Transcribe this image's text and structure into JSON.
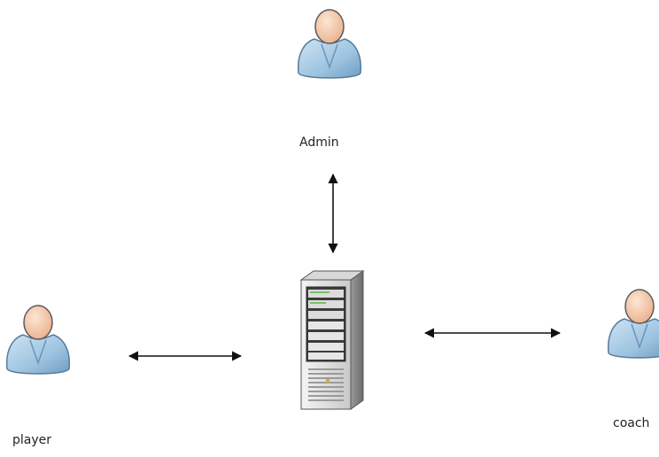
{
  "diagram": {
    "actors": {
      "admin": {
        "label": "Admin",
        "icon": "user-icon"
      },
      "player": {
        "label": "player",
        "icon": "user-icon"
      },
      "coach": {
        "label": "coach",
        "icon": "user-icon"
      }
    },
    "server": {
      "icon": "server-tower-icon"
    },
    "connections": [
      {
        "from": "admin",
        "to": "server",
        "direction": "bidirectional"
      },
      {
        "from": "player",
        "to": "server",
        "direction": "bidirectional"
      },
      {
        "from": "server",
        "to": "coach",
        "direction": "bidirectional"
      }
    ],
    "colors": {
      "body": "#9cc3e0",
      "body_dark": "#5f8fb6",
      "skin": "#f6cdb0",
      "outline": "#5a5a5a",
      "arrow": "#111111",
      "server_light": "#e6e6e6",
      "server_dark": "#8c8c8c"
    }
  }
}
